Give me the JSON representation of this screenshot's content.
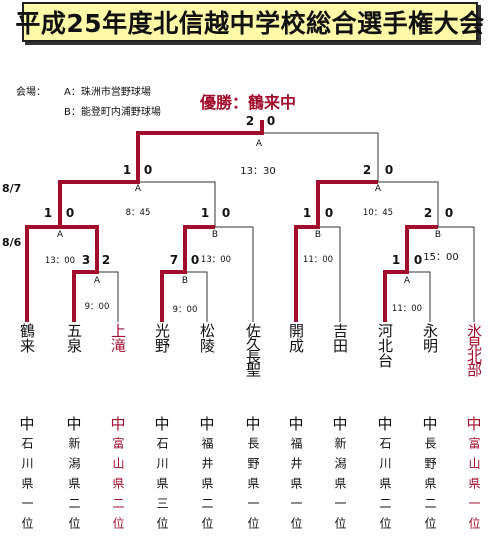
{
  "title": "平成25年度北信越中学校総合選手権大会",
  "venue": {
    "label": "会場：",
    "a": "A：珠洲市営野球場",
    "b": "B：能登町内浦野球場"
  },
  "winner": "優勝：鶴来中",
  "dates": {
    "d1": "8/7",
    "d2": "8/6"
  },
  "colors": {
    "accent": "#a10d2a",
    "line": "#333333",
    "title_bg": "#fff9a8"
  },
  "scores": {
    "final_l": "2",
    "final_r": "0",
    "sf_l_l": "1",
    "sf_l_r": "0",
    "sf_r_l": "2",
    "sf_r_r": "0",
    "qf1_l": "1",
    "qf1_r": "0",
    "qf2_l": "1",
    "qf2_r": "0",
    "qf3_l": "1",
    "qf3_r": "0",
    "qf4_l": "2",
    "qf4_r": "0",
    "r1a_l": "3",
    "r1a_r": "2",
    "r1b_l": "7",
    "r1b_r": "0",
    "r1c_l": "1",
    "r1c_r": "0"
  },
  "games": {
    "final": {
      "ground": "A",
      "time": "13：30"
    },
    "sf_l": {
      "ground": "A",
      "time": "8：45"
    },
    "sf_r": {
      "ground": "A",
      "time": "10：45"
    },
    "qf1": {
      "ground": "A",
      "time": "13：00"
    },
    "qf2": {
      "ground": "B",
      "time": "13：00"
    },
    "qf3": {
      "ground": "B",
      "time": "11：00"
    },
    "qf4": {
      "ground": "B",
      "time": "15：00"
    },
    "r1a": {
      "ground": "A",
      "time": "9：00"
    },
    "r1b": {
      "ground": "B",
      "time": "9：00"
    },
    "r1c": {
      "ground": "A",
      "time": "11：00"
    }
  },
  "teams": [
    {
      "name": "鶴来",
      "pref": "石川県",
      "rank": "一位",
      "highlight": false
    },
    {
      "name": "五泉",
      "pref": "新潟県",
      "rank": "二位",
      "highlight": false
    },
    {
      "name": "上滝",
      "pref": "富山県",
      "rank": "二位",
      "highlight": true
    },
    {
      "name": "光野",
      "pref": "石川県",
      "rank": "三位",
      "highlight": false
    },
    {
      "name": "松陵",
      "pref": "福井県",
      "rank": "二位",
      "highlight": false
    },
    {
      "name": "佐久長聖",
      "pref": "長野県",
      "rank": "一位",
      "highlight": false
    },
    {
      "name": "開成",
      "pref": "福井県",
      "rank": "一位",
      "highlight": false
    },
    {
      "name": "吉田",
      "pref": "新潟県",
      "rank": "一位",
      "highlight": false
    },
    {
      "name": "河北台",
      "pref": "石川県",
      "rank": "二位",
      "highlight": false
    },
    {
      "name": "永明",
      "pref": "長野県",
      "rank": "二位",
      "highlight": false
    },
    {
      "name": "氷見北部",
      "pref": "富山県",
      "rank": "一位",
      "highlight": true
    }
  ],
  "team_suffix": "中"
}
